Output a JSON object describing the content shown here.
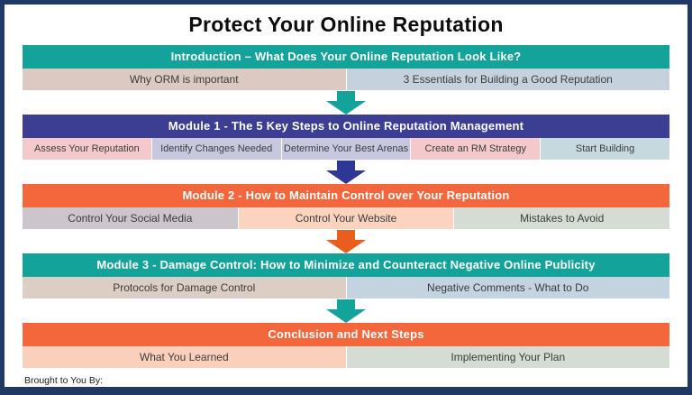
{
  "title": "Protect Your Online Reputation",
  "footer": {
    "brought_by": "Brought to You By:"
  },
  "colors": {
    "frame_border": "#1F3864",
    "teal": "#14A39A",
    "navy": "#3B3E92",
    "orange": "#F4673D",
    "arrow_navy": "#2E3794",
    "arrow_orange": "#E95E1F",
    "cell_text": "#3C3C3C",
    "header_text": "#FFFFFF"
  },
  "sections": [
    {
      "header": "Introduction – What Does Your Online Reputation Look Like?",
      "header_color": "#14A39A",
      "cells": [
        {
          "label": "Why ORM is important",
          "color": "#DCC9C1"
        },
        {
          "label": "3 Essentials for Building a Good Reputation",
          "color": "#C5D2DE"
        }
      ],
      "arrow_color": "#14A39A"
    },
    {
      "header": "Module 1 - The 5 Key Steps to Online Reputation Management",
      "header_color": "#3B3E92",
      "cells": [
        {
          "label": "Assess Your Reputation",
          "color": "#F4C9CB"
        },
        {
          "label": "Identify Changes Needed",
          "color": "#C7C8E0"
        },
        {
          "label": "Determine Your Best Arenas",
          "color": "#C7C8E0"
        },
        {
          "label": "Create an RM Strategy",
          "color": "#F4C9CB"
        },
        {
          "label": "Start Building",
          "color": "#C6D9DE"
        }
      ],
      "arrow_color": "#2E3794"
    },
    {
      "header": "Module 2 - How to Maintain Control over Your Reputation",
      "header_color": "#F4673D",
      "cells": [
        {
          "label": "Control Your Social Media",
          "color": "#CCC5CB"
        },
        {
          "label": "Control Your Website",
          "color": "#FCD3BF"
        },
        {
          "label": "Mistakes to Avoid",
          "color": "#D5DCD4"
        }
      ],
      "arrow_color": "#E95E1F"
    },
    {
      "header": "Module 3 - Damage Control: How to Minimize and Counteract Negative Online Publicity",
      "header_color": "#14A39A",
      "cells": [
        {
          "label": "Protocols for Damage Control",
          "color": "#DCCEC5"
        },
        {
          "label": "Negative Comments  - What to Do",
          "color": "#C3D3DF"
        }
      ],
      "arrow_color": "#14A39A"
    },
    {
      "header": "Conclusion and Next Steps",
      "header_color": "#F4673D",
      "cells": [
        {
          "label": "What You Learned",
          "color": "#FAD0BD"
        },
        {
          "label": "Implementing Your Plan",
          "color": "#D5DCD4"
        }
      ],
      "arrow_color": null
    }
  ]
}
